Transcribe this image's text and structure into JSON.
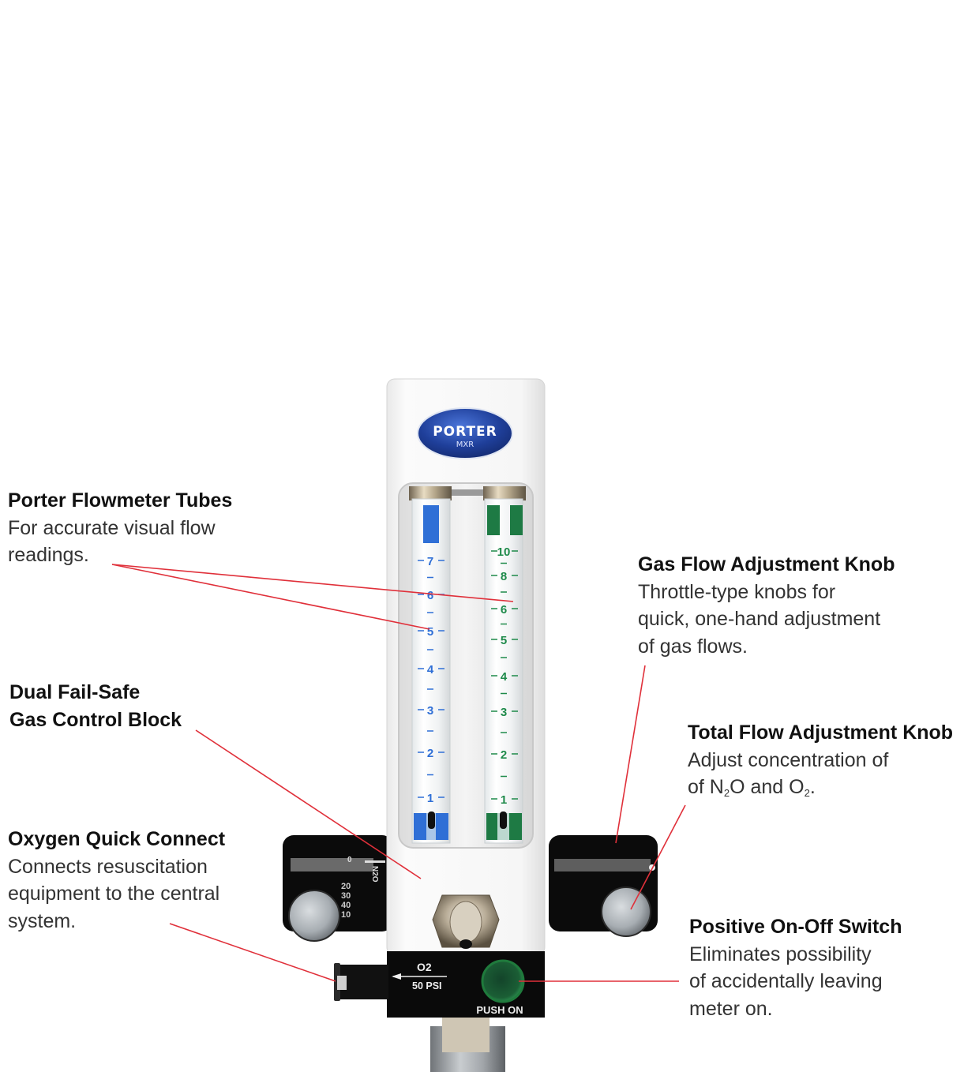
{
  "product": {
    "brand": "PORTER",
    "model": "MXR"
  },
  "callouts": {
    "flowmeter_tubes": {
      "title": "Porter Flowmeter Tubes",
      "desc_lines": [
        "For accurate visual flow",
        "readings."
      ]
    },
    "dual_failsafe": {
      "title_lines": [
        "Dual Fail-Safe",
        "Gas Control Block"
      ]
    },
    "oxygen_quick_connect": {
      "title": "Oxygen Quick Connect",
      "desc_lines": [
        "Connects resuscitation",
        "equipment to the central",
        "system."
      ]
    },
    "gas_flow_knob": {
      "title": "Gas Flow Adjustment Knob",
      "desc_lines": [
        "Throttle-type knobs for",
        "quick, one-hand adjustment",
        "of gas flows."
      ]
    },
    "total_flow_knob": {
      "title": "Total Flow Adjustment Knob",
      "desc_line1": "Adjust concentration of",
      "desc_line2_parts": [
        "of N",
        "2",
        "O and O",
        "2",
        "."
      ]
    },
    "onoff_switch": {
      "title": "Positive On-Off Switch",
      "desc_lines": [
        "Eliminates possibility",
        "of accidentally leaving",
        "meter on."
      ]
    }
  },
  "flowmeters": {
    "o2_tube": {
      "color": "#2f6fd6",
      "scale": [
        "7",
        "6",
        "5",
        "4",
        "3",
        "2",
        "1"
      ]
    },
    "n2o_tube": {
      "color": "#1e8a4a",
      "scale": [
        "10",
        "8",
        "6",
        "5",
        "4",
        "3",
        "2",
        "1"
      ]
    }
  },
  "dial": {
    "gas_label": "N2O",
    "marks": [
      "0",
      "20",
      "30",
      "40",
      "10"
    ]
  },
  "base_block": {
    "o2_label": "O2",
    "pressure_label": "50 PSI",
    "switch_label": "PUSH ON",
    "switch_color": "#1f7a3c"
  },
  "colors": {
    "leader_line": "#e0303a",
    "logo_blue": "#1f3f9a"
  }
}
